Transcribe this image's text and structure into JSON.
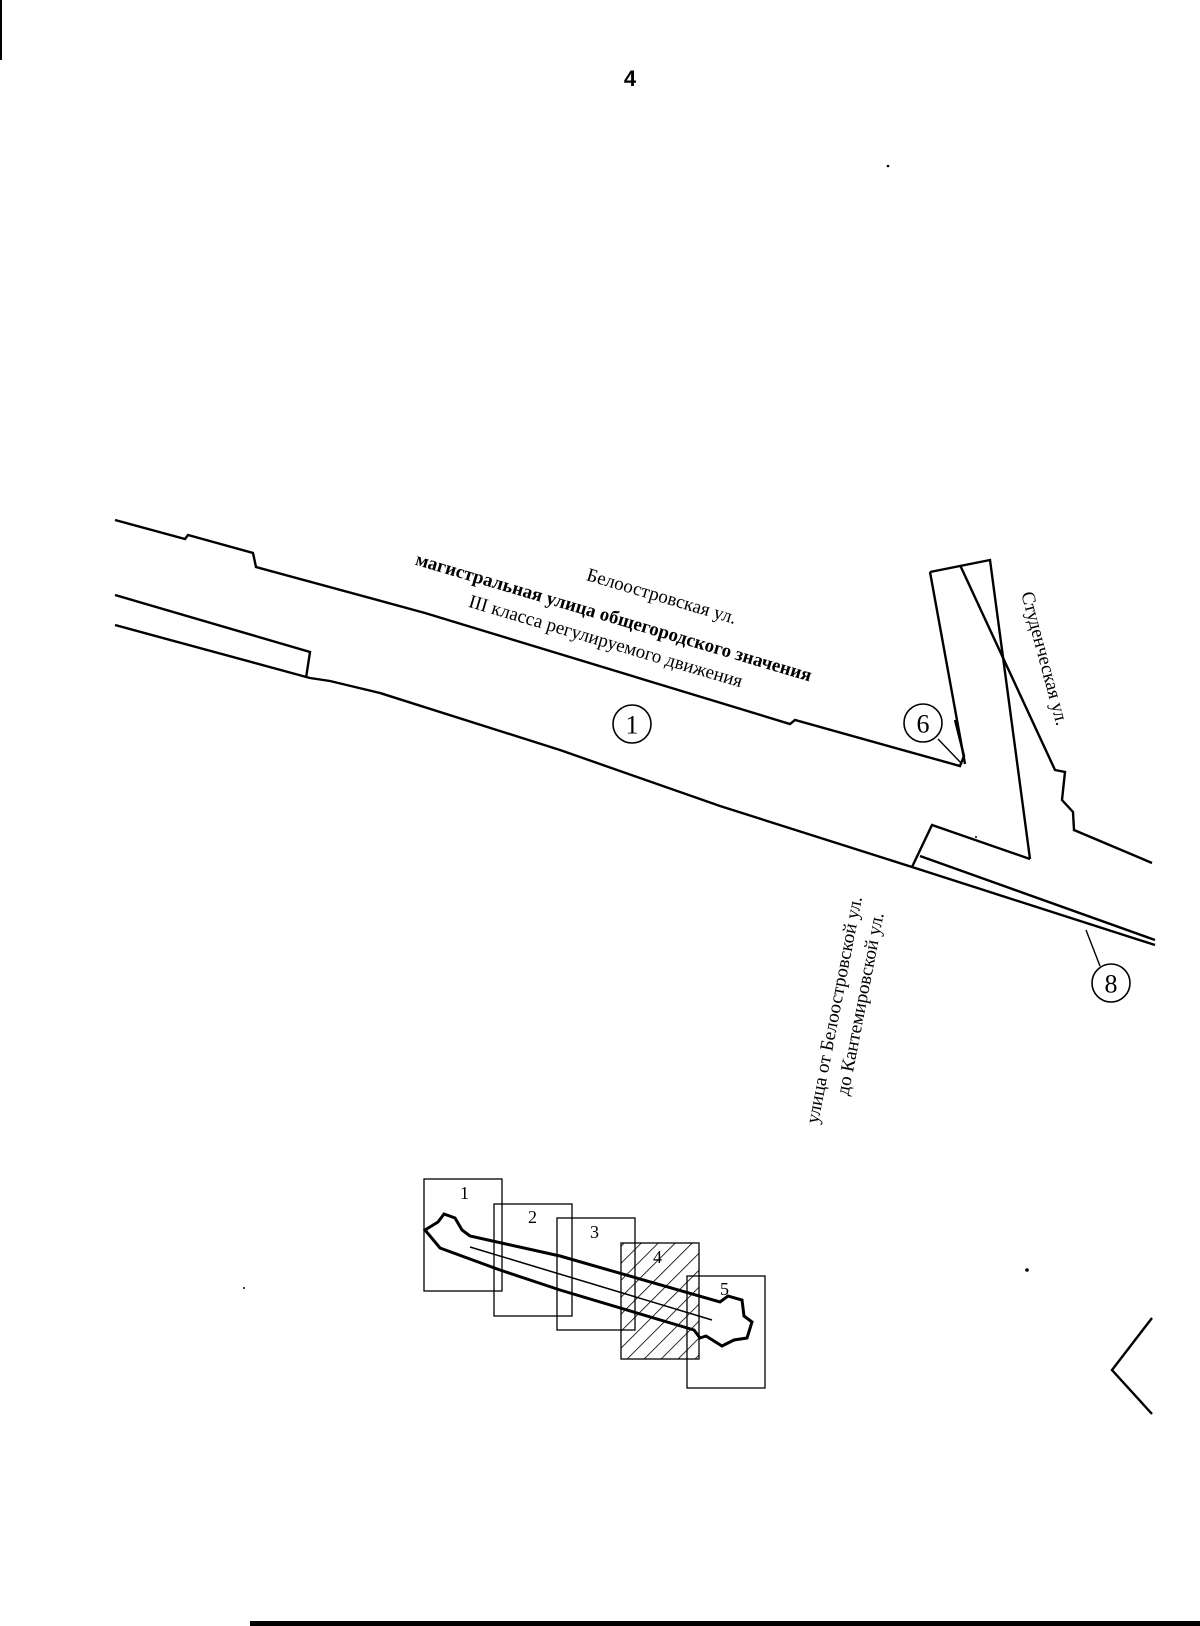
{
  "page_number": "4",
  "streets": {
    "main_name": "Белоостровская ул.",
    "main_class_line1": "магистральная улица общегородского значения",
    "main_class_line2": "III класса регулируемого движения",
    "cross_street": "Студенческая ул.",
    "side_street_line1": "улица от Белоостровской ул.",
    "side_street_line2": "до Кантемировской ул."
  },
  "markers": [
    {
      "id": "1",
      "label": "1"
    },
    {
      "id": "6",
      "label": "6"
    },
    {
      "id": "8",
      "label": "8"
    }
  ],
  "key_map": {
    "sheets": [
      "1",
      "2",
      "3",
      "4",
      "5"
    ],
    "current_sheet": "4"
  }
}
